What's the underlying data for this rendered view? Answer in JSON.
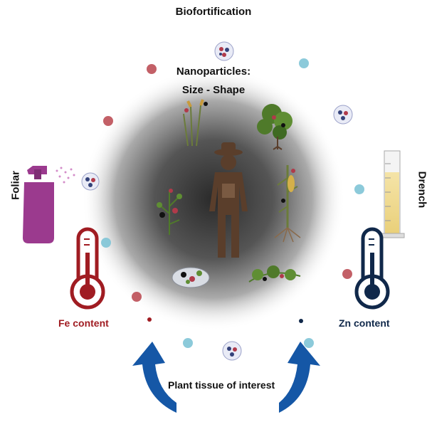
{
  "title": "Biofortification",
  "center": {
    "line1": "Nanoparticles:",
    "line2": "Size - Shape"
  },
  "methods": {
    "left": "Foliar",
    "right": "Drench"
  },
  "indicators": {
    "left": "Fe content",
    "right": "Zn content"
  },
  "bottom": "Plant tissue of interest",
  "colors": {
    "fe": "#a01c22",
    "zn": "#10284a",
    "arrow": "#1557a6",
    "spray": "#9b3a8e"
  },
  "icons": [
    "spray-bottle-icon",
    "graduated-cylinder-icon",
    "thermometer-icon",
    "farmer-icon",
    "plant-icon",
    "nanoparticle-icon",
    "curved-arrow-icon"
  ]
}
